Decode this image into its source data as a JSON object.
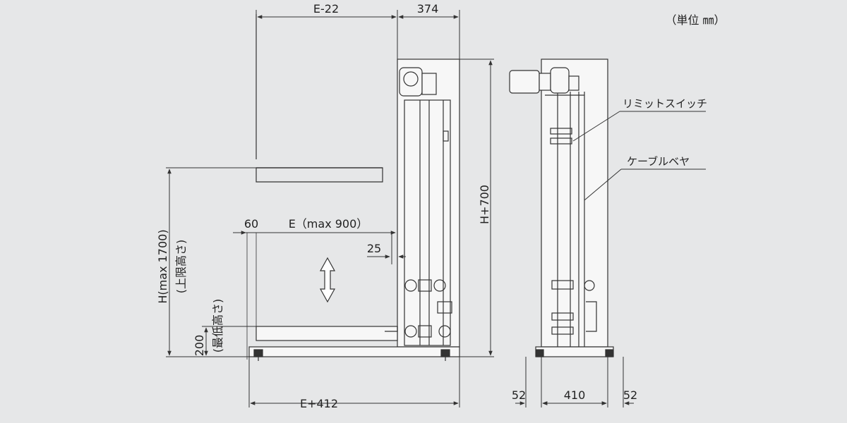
{
  "unit_note": "（単位 ㎜）",
  "dimensions": {
    "e_minus_22": "E-22",
    "d374": "374",
    "h_plus_700": "H+700",
    "d60": "60",
    "e_max": "E（max 900）",
    "d25": "25",
    "h_max": "H(max 1700)",
    "h_max_note": "(上限高さ)",
    "d200": "200",
    "d200_note": "(最低高さ)",
    "e_plus_412": "E+412",
    "d52_left": "52",
    "d410": "410",
    "d52_right": "52"
  },
  "callouts": {
    "limit_switch": "リミットスイッチ",
    "cable_carrier": "ケーブルベヤ"
  },
  "colors": {
    "background": "#e6e7e8",
    "line": "#333333",
    "panel": "#f7f7f7"
  }
}
